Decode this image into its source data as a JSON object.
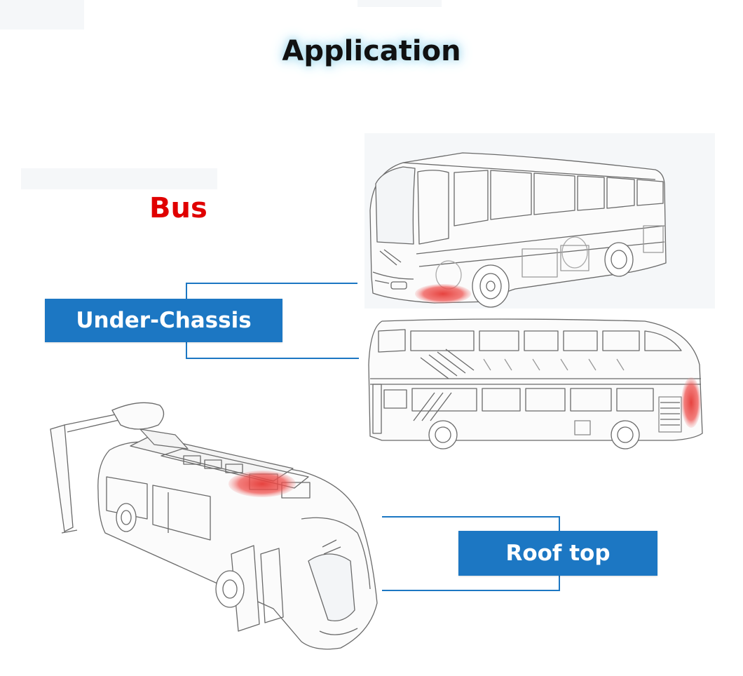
{
  "title": "Application",
  "category_label": "Bus",
  "callouts": {
    "under_chassis": "Under-Chassis",
    "roof_top": "Roof top"
  },
  "colors": {
    "callout_blue": "#1c77c3",
    "connector_blue": "#1c77c3",
    "category_red": "#e00000",
    "highlight_red": "#e53935",
    "title_glow": "#a9dcef"
  },
  "icons": [
    "coach-bus-illustration",
    "double-decker-bus-illustration",
    "electric-bus-charging-illustration",
    "charging-pole-icon"
  ]
}
